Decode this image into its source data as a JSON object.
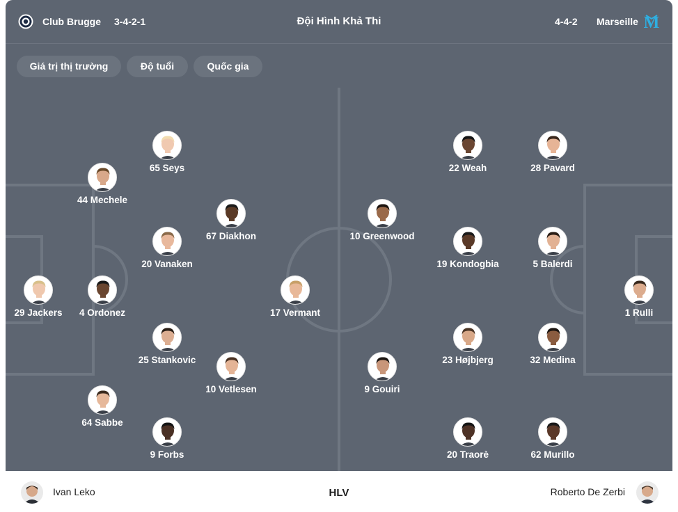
{
  "header": {
    "home_team": "Club Brugge",
    "home_formation": "3-4-2-1",
    "title": "Đội Hình Khả Thi",
    "away_formation": "4-4-2",
    "away_team": "Marseille",
    "home_crest_icon": "club-brugge-crest-icon",
    "away_crest_icon": "marseille-crest-icon"
  },
  "filters": {
    "market_value": "Giá trị thị trường",
    "age": "Độ tuổi",
    "country": "Quốc gia"
  },
  "home_players": [
    {
      "label": "65 Seys",
      "skin": "#f0c9b0",
      "hair": "#f2dcb0"
    },
    {
      "label": "44 Mechele",
      "skin": "#d8a88a",
      "hair": "#6a4a2a"
    },
    {
      "label": "67 Diakhon",
      "skin": "#5a3a26",
      "hair": "#1a1a1a"
    },
    {
      "label": "20 Vanaken",
      "skin": "#e8b89c",
      "hair": "#8a6a4a"
    },
    {
      "label": "29 Jackers",
      "skin": "#efc8ae",
      "hair": "#d8c08a"
    },
    {
      "label": "4 Ordonez",
      "skin": "#6a4630",
      "hair": "#1a1a1a"
    },
    {
      "label": "17 Vermant",
      "skin": "#e8b898",
      "hair": "#c8a068"
    },
    {
      "label": "25 Stankovic",
      "skin": "#dcae92",
      "hair": "#2a1e16"
    },
    {
      "label": "10 Vetlesen",
      "skin": "#e4b496",
      "hair": "#4a3222"
    },
    {
      "label": "64 Sabbe",
      "skin": "#e6b89a",
      "hair": "#3a2a1e"
    },
    {
      "label": "9 Forbs",
      "skin": "#4a3024",
      "hair": "#151515"
    }
  ],
  "away_players": [
    {
      "label": "22 Weah",
      "skin": "#6a4632",
      "hair": "#151515"
    },
    {
      "label": "28 Pavard",
      "skin": "#e6b496",
      "hair": "#3a281c"
    },
    {
      "label": "10 Greenwood",
      "skin": "#9a6a4a",
      "hair": "#1c1410"
    },
    {
      "label": "19 Kondogbia",
      "skin": "#5a3a28",
      "hair": "#1a1a1a"
    },
    {
      "label": "5 Balerdi",
      "skin": "#e2b294",
      "hair": "#2a1e16"
    },
    {
      "label": "1 Rulli",
      "skin": "#dcac8e",
      "hair": "#3a2a1e"
    },
    {
      "label": "23 Højbjerg",
      "skin": "#d8a888",
      "hair": "#4a3424"
    },
    {
      "label": "32 Medina",
      "skin": "#8a5c40",
      "hair": "#1a1410"
    },
    {
      "label": "9 Gouiri",
      "skin": "#c8967a",
      "hair": "#1c1612"
    },
    {
      "label": "20 Traorè",
      "skin": "#4e3226",
      "hair": "#151515"
    },
    {
      "label": "62 Murillo",
      "skin": "#5a3828",
      "hair": "#1a1a1a"
    }
  ],
  "coaches": {
    "label": "HLV",
    "home_coach": "Ivan Leko",
    "away_coach": "Roberto De Zerbi"
  },
  "colors": {
    "pitch": "#5d6571",
    "chip": "#6b737e",
    "line": "#6f7782",
    "away_accent": "#2faee0"
  }
}
